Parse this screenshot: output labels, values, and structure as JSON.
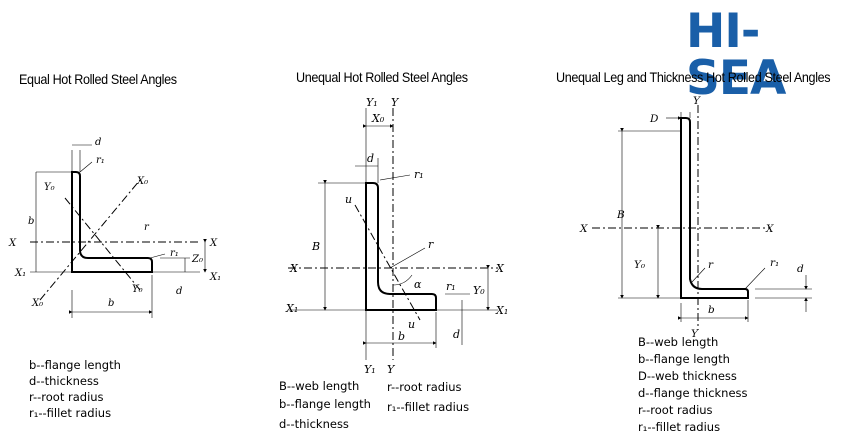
{
  "brand": {
    "logo_text": "HI-SEA",
    "accent_color": "#1a5fa8"
  },
  "panels": [
    {
      "title": "Equal Hot Rolled Steel Angles",
      "legend": [
        "b--flange length",
        "d--thickness",
        "r--root radius",
        "r₁--fillet radius"
      ],
      "labels": {
        "d": "d",
        "r1": "r₁",
        "r": "r",
        "b_left": "b",
        "b_bottom": "b",
        "x_left": "X",
        "x_right": "X",
        "x1_left": "X₁",
        "x1_right": "X₁",
        "x0_top": "X₀",
        "x0_bottom": "X₀",
        "y0_top": "Y₀",
        "y0_bottom": "Y₀",
        "z0": "Z₀",
        "d_right": "d"
      }
    },
    {
      "title": "Unequal Hot Rolled Steel Angles",
      "legend_col1": [
        "B--web length",
        "b--flange length",
        "d--thickness"
      ],
      "legend_col2": [
        "r--root radius",
        "r₁--fillet radius"
      ],
      "labels": {
        "y1_top": "Y₁",
        "y_top": "Y",
        "x0": "X₀",
        "d_top": "d",
        "r1_top": "r₁",
        "u_top": "u",
        "B": "B",
        "r": "r",
        "x_left": "X",
        "x_right": "X",
        "alpha": "α",
        "r1_bottom": "r₁",
        "y0": "Y₀",
        "x1_left": "X₁",
        "x1_right": "X₁",
        "u_bottom": "u",
        "d_right": "d",
        "b": "b",
        "y1_bottom": "Y₁",
        "y_bottom": "Y"
      }
    },
    {
      "title": "Unequal Leg and Thickness Hot Rolled Steel Angles",
      "legend": [
        "B--web length",
        "b--flange length",
        "D--web thickness",
        "d--flange thickness",
        "r--root radius",
        "r₁--fillet radius"
      ],
      "labels": {
        "y_top": "Y",
        "D": "D",
        "B": "B",
        "x_left": "X",
        "x_right": "X",
        "y0": "Y₀",
        "r": "r",
        "r1": "r₁",
        "d": "d",
        "b": "b",
        "y_bottom": "Y"
      }
    }
  ]
}
